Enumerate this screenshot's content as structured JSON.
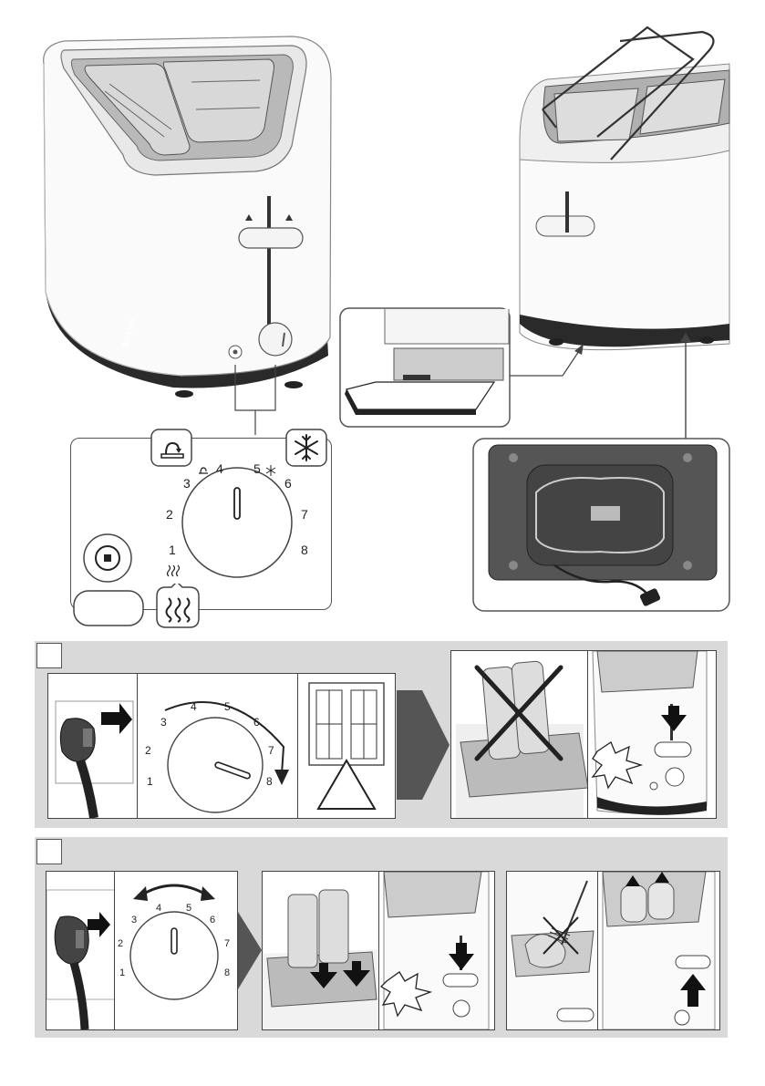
{
  "brand": "BRAUN",
  "dial": {
    "numbers": [
      "1",
      "2",
      "3",
      "4",
      "5",
      "6",
      "7",
      "8"
    ]
  },
  "dial_small_1": {
    "numbers": [
      "1",
      "2",
      "3",
      "4",
      "5",
      "6",
      "7",
      "8"
    ]
  },
  "dial_small_2": {
    "numbers": [
      "1",
      "2",
      "3",
      "4",
      "5",
      "6",
      "7",
      "8"
    ]
  },
  "icons": {
    "reheat": "reheat-icon",
    "defrost": "snowflake-icon",
    "bun_warmer": "heat-waves-icon",
    "stop": "stop-icon",
    "warning": "warning-triangle-icon",
    "no_food": "cross-icon"
  },
  "colors": {
    "band": "#d9d9d9",
    "arrow_dark": "#555555",
    "outline": "#444444"
  }
}
